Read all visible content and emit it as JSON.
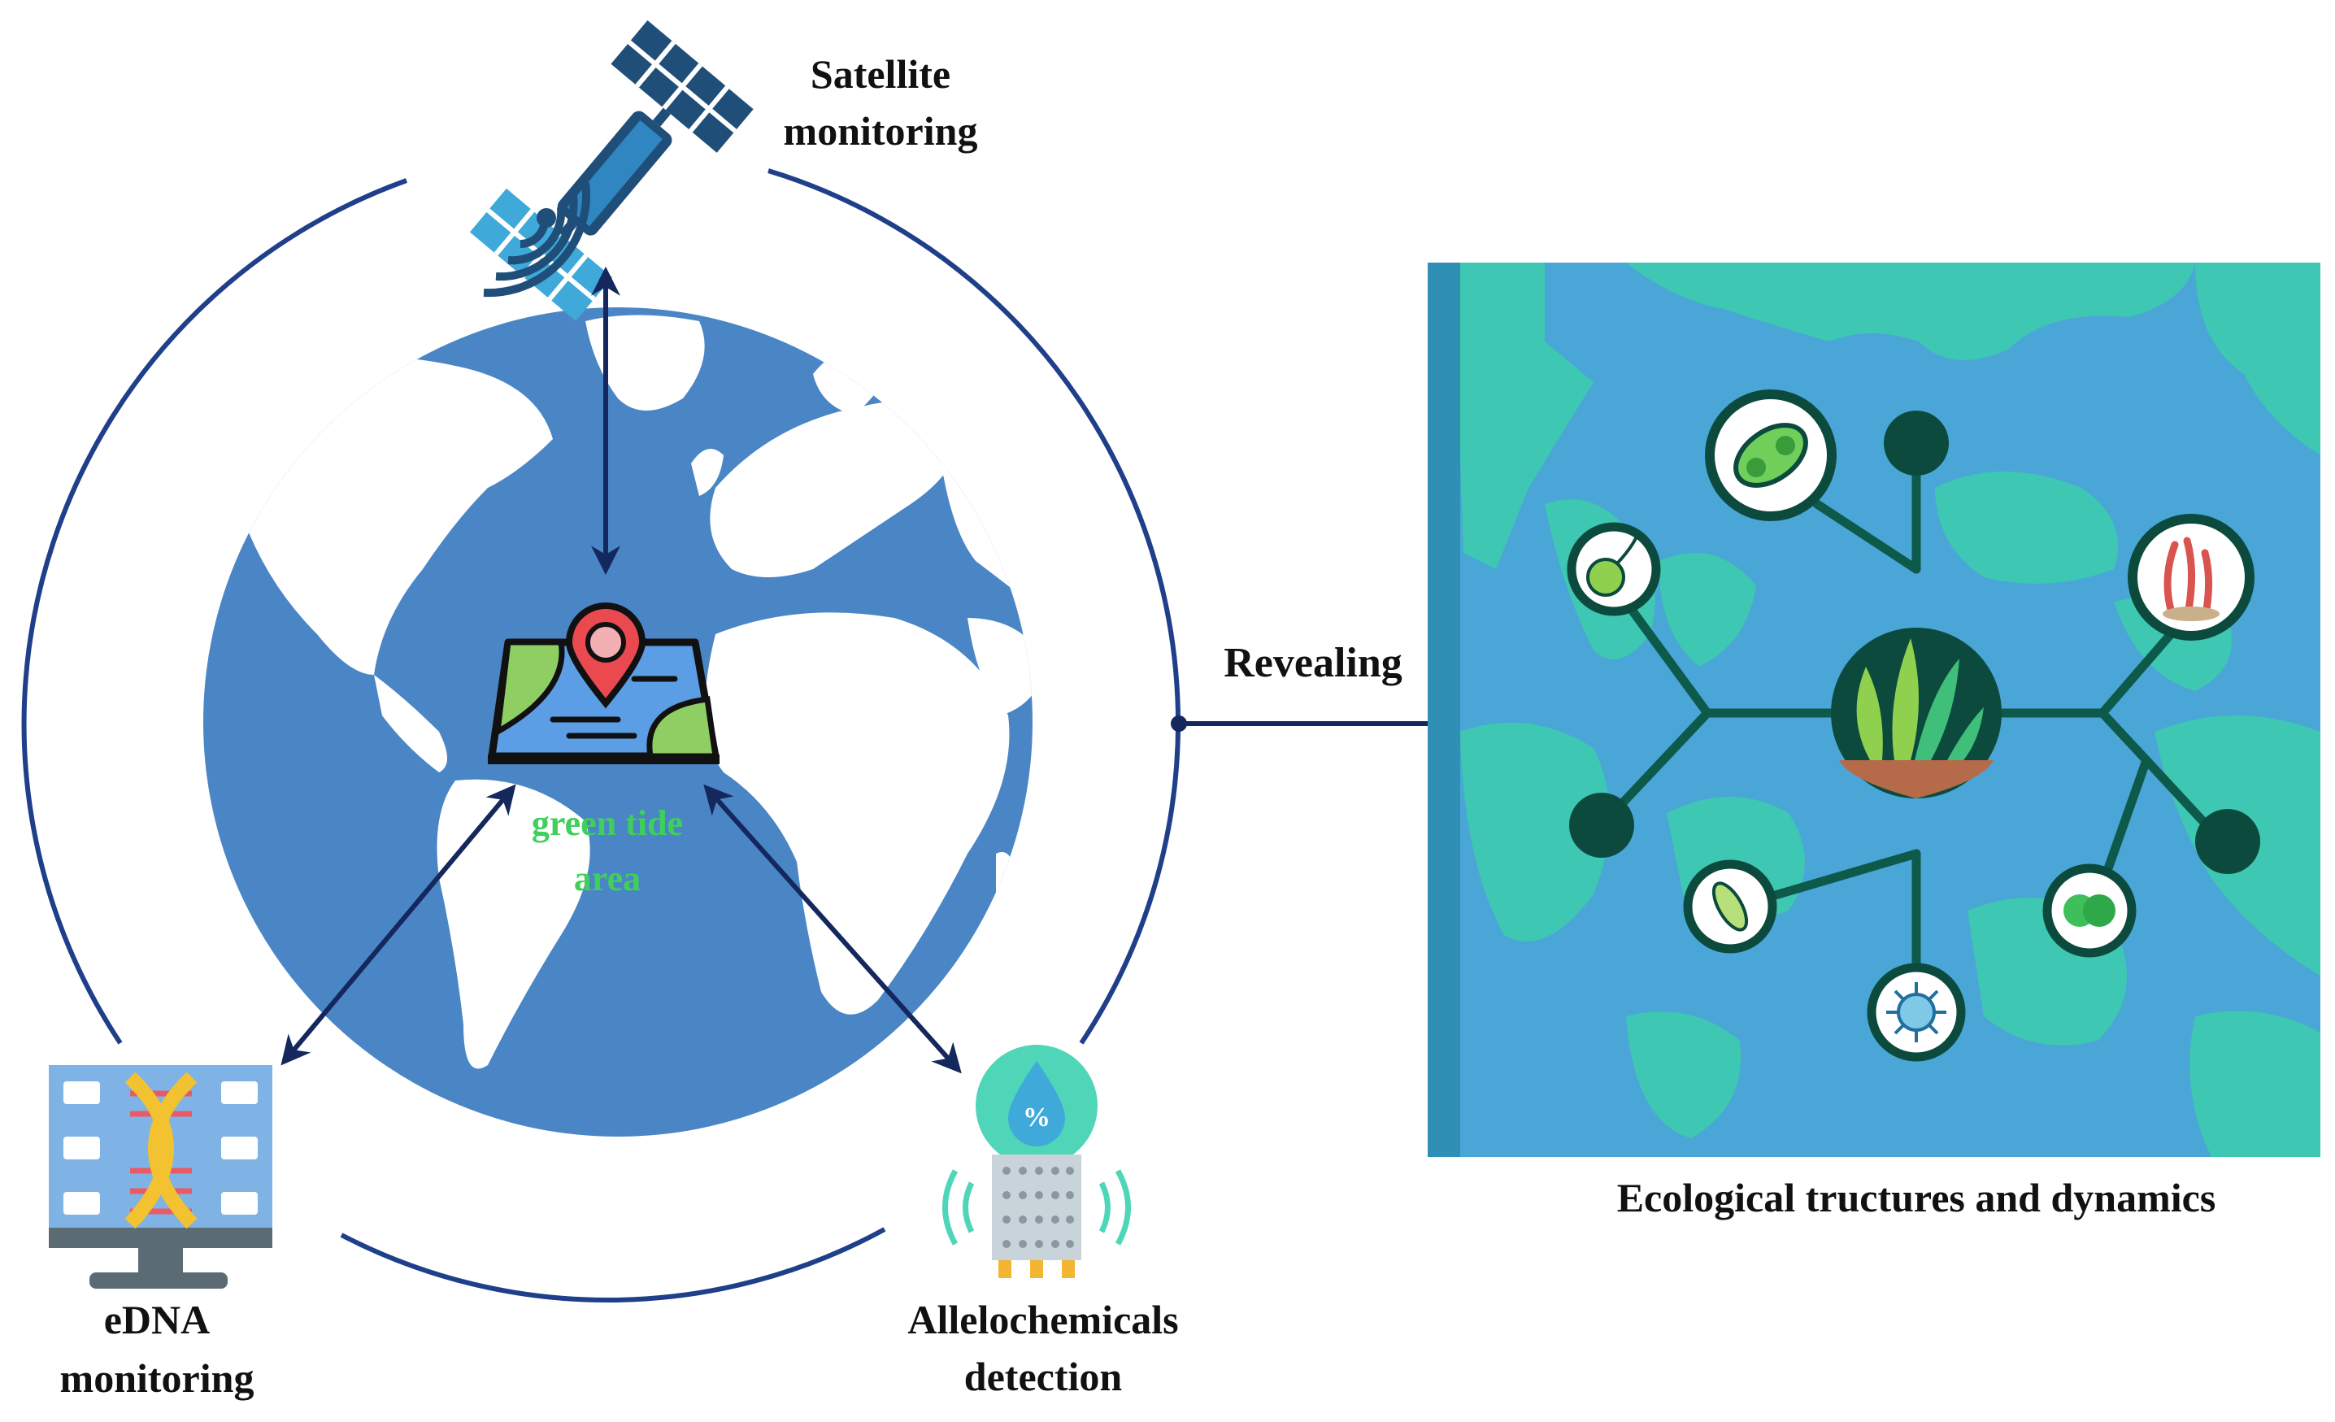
{
  "labels": {
    "satellite_line1": "Satellite",
    "satellite_line2": "monitoring",
    "center_line1": "green tide",
    "center_line2": "area",
    "edna_line1": "eDNA",
    "edna_line2": "monitoring",
    "allelo_line1": "Allelochemicals",
    "allelo_line2": "detection",
    "revealing": "Revealing",
    "ecological": "Ecological  tructures and dynamics"
  },
  "colors": {
    "ring": "#1f3f8a",
    "arrow": "#15285e",
    "globe_ocean": "#4a86c5",
    "land": "#ffffff",
    "green_text": "#3fcf5a",
    "map_sea": "#4aa6d6",
    "map_land": "#3ec7b2",
    "node": "#0d5a4a",
    "satellite_dark": "#1f4e79",
    "satellite_light": "#3fa9d9"
  },
  "icons": {
    "satellite": "satellite-icon",
    "map_pin": "map-pin-icon",
    "edna": "dna-monitor-icon",
    "sensor": "water-sensor-icon",
    "seaweed": "seaweed-icon"
  }
}
